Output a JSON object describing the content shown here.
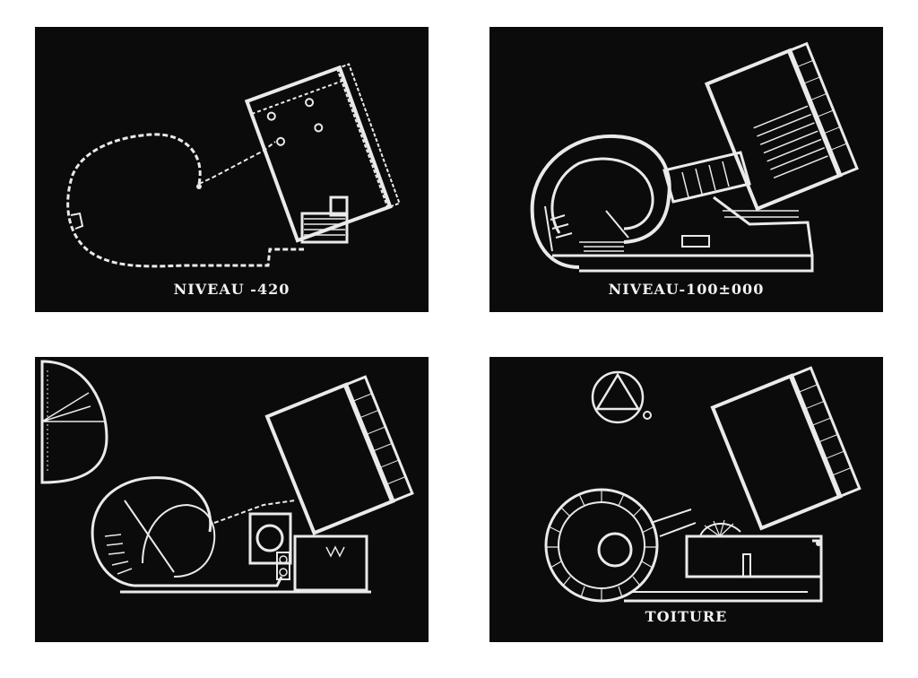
{
  "colors": {
    "background": "#ffffff",
    "panel": "#0b0b0b",
    "linework": "#eaeaea"
  },
  "plans": [
    {
      "id": "plan-level-minus-420",
      "caption": "NIVEAU -420"
    },
    {
      "id": "plan-level-100",
      "caption": "NIVEAU-100±000"
    },
    {
      "id": "plan-level-upper",
      "caption": ""
    },
    {
      "id": "plan-roof",
      "caption": "TOITURE"
    }
  ]
}
